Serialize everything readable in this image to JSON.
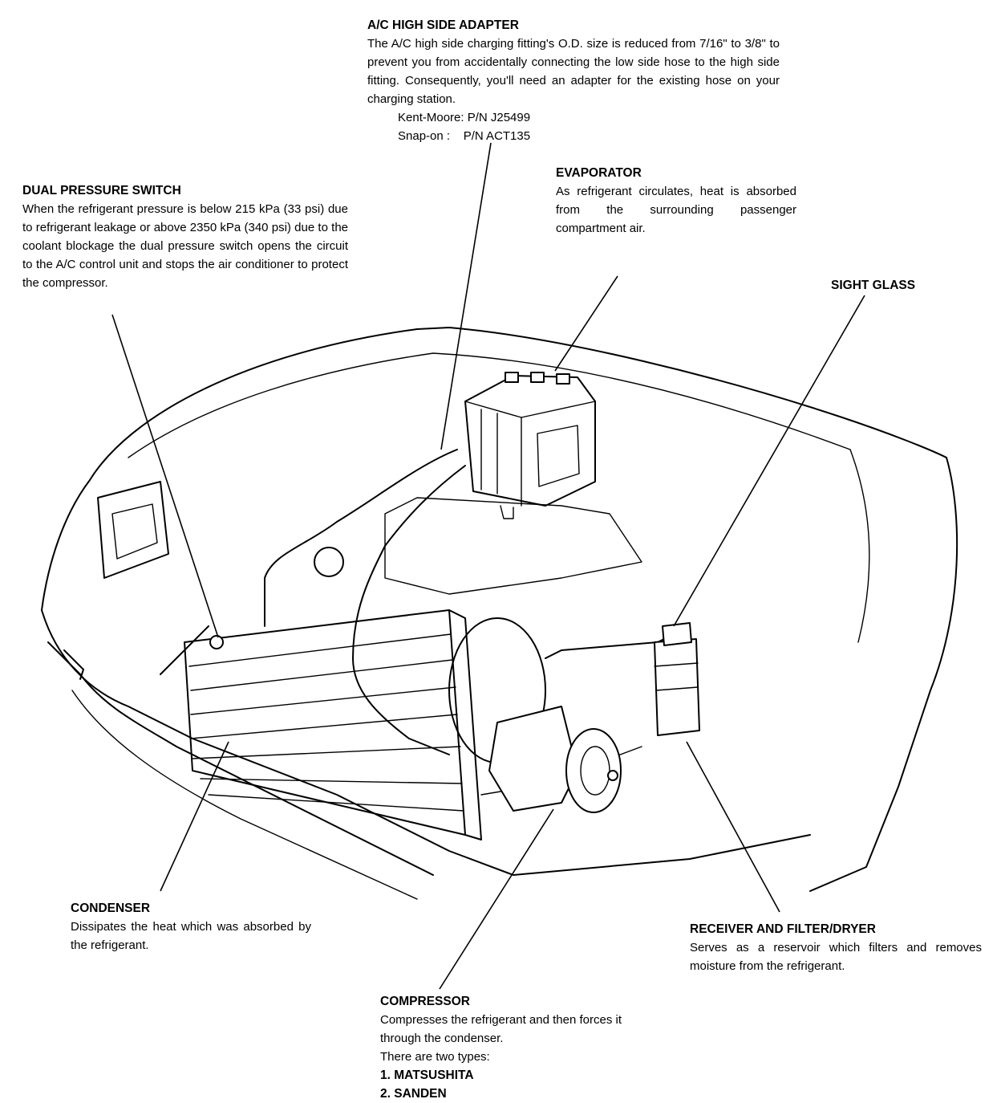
{
  "callouts": {
    "high_side_adapter": {
      "title": "A/C HIGH SIDE ADAPTER",
      "body": "The A/C high side charging fitting's O.D. size is reduced from 7/16\" to 3/8\" to prevent you from accidentally connecting the low side hose to the high side fitting. Consequently, you'll need an adapter for the existing hose on your charging station.",
      "part_1": "Kent-Moore: P/N J25499",
      "part_2": "Snap-on :    P/N ACT135"
    },
    "evaporator": {
      "title": "EVAPORATOR",
      "body": "As refrigerant circulates, heat is absorbed from the surrounding passenger compartment air."
    },
    "dual_pressure_switch": {
      "title": "DUAL PRESSURE SWITCH",
      "body": "When the refrigerant pressure is below 215 kPa (33 psi) due to refrigerant leakage or above 2350 kPa (340 psi) due to the coolant blockage the dual pressure switch opens the circuit to the A/C control unit and stops the air conditioner to protect the compressor."
    },
    "sight_glass": {
      "title": "SIGHT GLASS"
    },
    "condenser": {
      "title": "CONDENSER",
      "body": "Dissipates the heat which was absorbed by the refrigerant."
    },
    "receiver_dryer": {
      "title": "RECEIVER AND FILTER/DRYER",
      "body": "Serves as a reservoir which filters and removes moisture from the refrigerant."
    },
    "compressor": {
      "title": "COMPRESSOR",
      "body_1": "Compresses the refrigerant and then forces it",
      "body_2": "through the condenser.",
      "body_3": "There are two types:",
      "type_1": "1. MATSUSHITA",
      "type_2": "2. SANDEN"
    }
  },
  "colors": {
    "ink": "#000000",
    "paper": "#ffffff"
  }
}
